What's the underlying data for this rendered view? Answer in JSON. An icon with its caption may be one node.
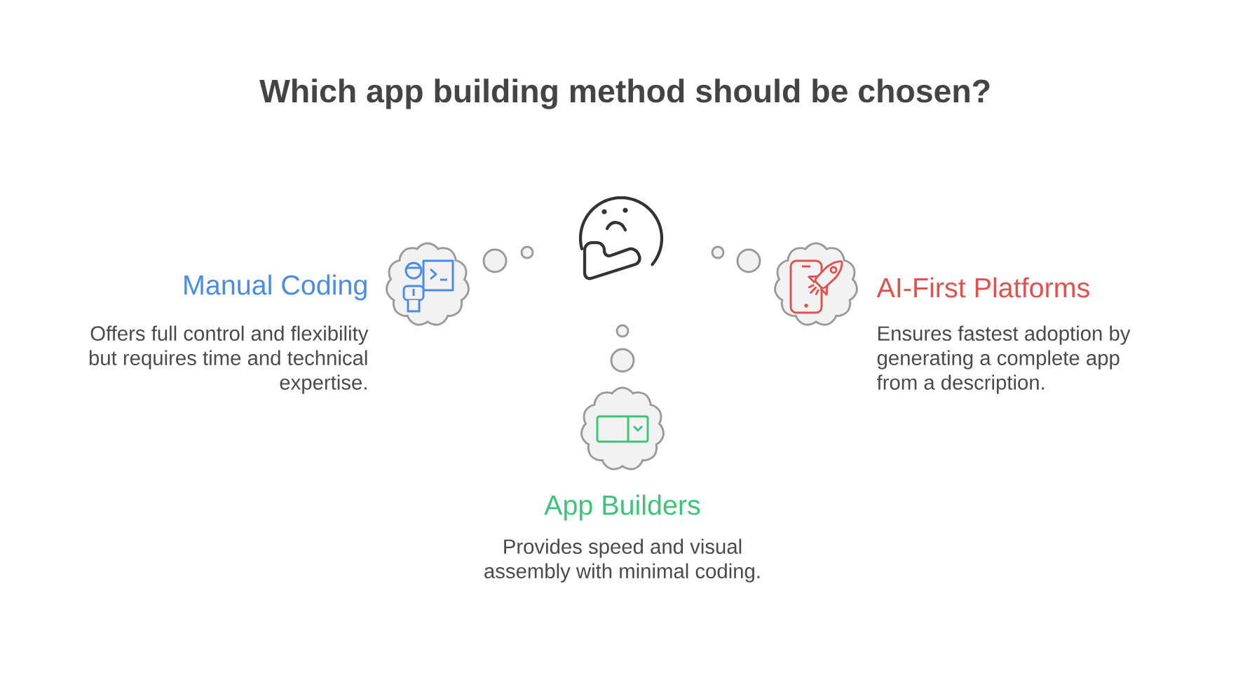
{
  "diagram": {
    "title": "Which app building method should be chosen?",
    "nodes": [
      {
        "text": [],
        "shape": "cloud",
        "beside": [
          "Manual Coding",
          "Offers full control and flexibility but requires time and technical expertise."
        ]
      },
      {
        "text": [],
        "shape": "cloud",
        "beside": [
          "AI-First Platforms",
          "Ensures fastest adoption by generating a complete app from a description."
        ]
      },
      {
        "text": [],
        "shape": "cloud",
        "beside": [
          "App Builders",
          "Provides speed and visual assembly with minimal coding."
        ]
      }
    ]
  }
}
